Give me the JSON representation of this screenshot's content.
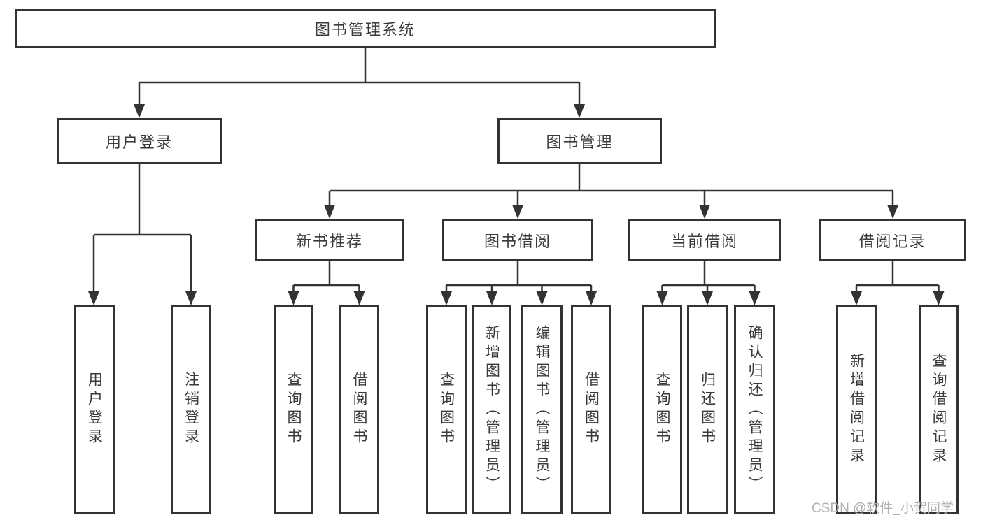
{
  "tree": {
    "root": {
      "label": "图书管理系统",
      "children": [
        {
          "label": "用户登录",
          "children": [
            {
              "label": "用户登录"
            },
            {
              "label": "注销登录"
            }
          ]
        },
        {
          "label": "图书管理",
          "children": [
            {
              "label": "新书推荐",
              "children": [
                {
                  "label": "查询图书"
                },
                {
                  "label": "借阅图书"
                }
              ]
            },
            {
              "label": "图书借阅",
              "children": [
                {
                  "label": "查询图书"
                },
                {
                  "label": "新增图书（管理员）"
                },
                {
                  "label": "编辑图书（管理员）"
                },
                {
                  "label": "借阅图书"
                }
              ]
            },
            {
              "label": "当前借阅",
              "children": [
                {
                  "label": "查询图书"
                },
                {
                  "label": "归还图书"
                },
                {
                  "label": "确认归还（管理员）"
                }
              ]
            },
            {
              "label": "借阅记录",
              "children": [
                {
                  "label": "新增借阅记录"
                },
                {
                  "label": "查询借阅记录"
                }
              ]
            }
          ]
        }
      ]
    }
  },
  "watermark": {
    "text": "CSDN @软件_小贺同学"
  },
  "colors": {
    "line": "#333333",
    "text": "#3a3a3a",
    "watermark": "#b0b0b0",
    "background": "#ffffff"
  }
}
